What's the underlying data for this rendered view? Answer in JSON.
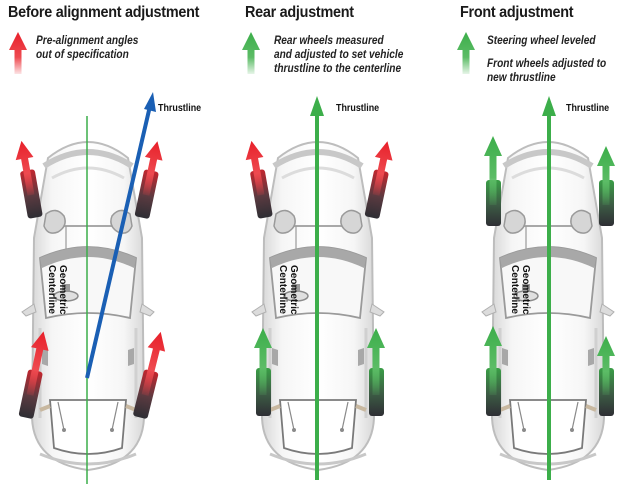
{
  "panels": [
    {
      "id": "before",
      "title": "Before alignment adjustment",
      "legend": [
        {
          "arrow_color": "red",
          "text": [
            "Pre-alignment angles",
            "out of specification"
          ]
        }
      ],
      "thrustline_label": "Thrustline",
      "centerline_label": [
        "Geometric",
        "Centerline"
      ],
      "thrustline_color": "#1a5fb4",
      "centerline_color": "#3cae4a"
    },
    {
      "id": "rear",
      "title": "Rear adjustment",
      "legend": [
        {
          "arrow_color": "green",
          "text": [
            "Rear wheels measured",
            "and adjusted to set vehicle",
            "thrustline to the centerline"
          ]
        }
      ],
      "thrustline_label": "Thrustline",
      "centerline_label": [
        "Geometric",
        "Centerline"
      ],
      "thrustline_color": "#3cae4a",
      "centerline_color": "#3cae4a"
    },
    {
      "id": "front",
      "title": "Front adjustment",
      "legend": [
        {
          "arrow_color": "green",
          "text": [
            "Steering wheel leveled"
          ]
        },
        {
          "arrow_color": "green",
          "text": [
            "Front wheels adjusted to",
            "new thrustline"
          ]
        }
      ],
      "thrustline_label": "Thrustline",
      "centerline_label": [
        "Geometric",
        "Centerline"
      ],
      "thrustline_color": "#3cae4a",
      "centerline_color": "#3cae4a"
    }
  ],
  "colors": {
    "red_arrow": "#e8202a",
    "green_arrow": "#3cae4a",
    "tire": "#3a3a3e",
    "car_body": "#f2f2f2",
    "car_outline": "#b8b8b8"
  }
}
